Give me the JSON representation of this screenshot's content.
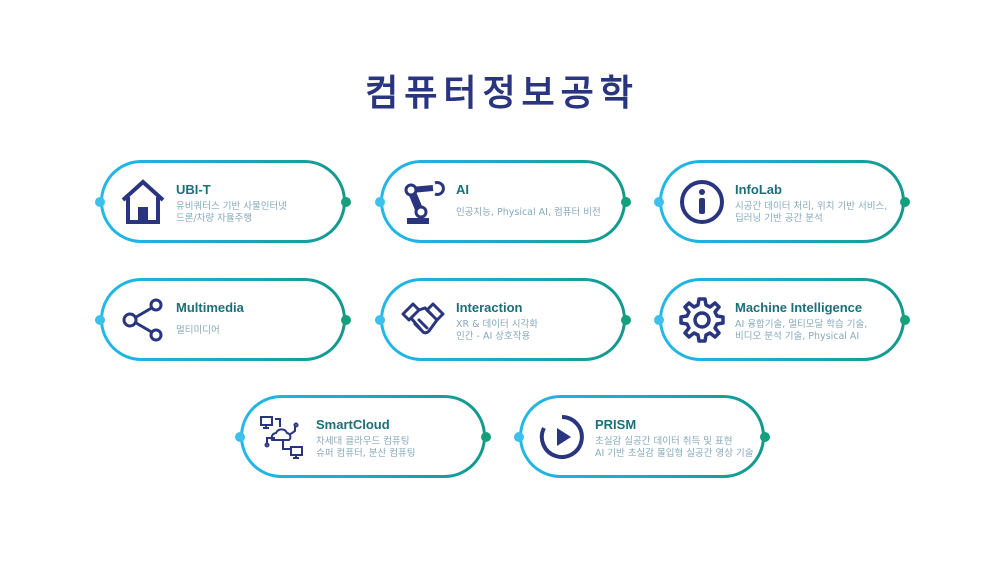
{
  "title": "컴퓨터정보공학",
  "labs": [
    {
      "name": "UBI-T",
      "icon": "house-icon",
      "lines": [
        "유비쿼터스 기반 사물인터넷",
        "드론/차량 자율주행"
      ]
    },
    {
      "name": "AI",
      "icon": "robot-arm-icon",
      "lines": [
        "인공지능, Physical AI, 컴퓨터 비전"
      ]
    },
    {
      "name": "InfoLab",
      "icon": "info-icon",
      "lines": [
        "시공간 데이터 처리, 위치 기반 서비스,",
        "딥러닝 기반 공간 분석"
      ]
    },
    {
      "name": "Multimedia",
      "icon": "share-icon",
      "lines": [
        "멀티미디어"
      ]
    },
    {
      "name": "Interaction",
      "icon": "handshake-icon",
      "lines": [
        "XR & 데이터 시각화",
        "인간 - AI 상호작용"
      ]
    },
    {
      "name": "Machine Intelligence",
      "icon": "gear-icon",
      "lines": [
        "AI 융합기술, 멀티모달 학습 기술,",
        "비디오 분석 기술, Physical AI"
      ]
    },
    {
      "name": "SmartCloud",
      "icon": "cloud-network-icon",
      "lines": [
        "차세대 클라우드 컴퓨팅",
        "슈퍼 컴퓨터, 분산 컴퓨팅"
      ]
    },
    {
      "name": "PRISM",
      "icon": "play-icon",
      "lines": [
        "초실감 실공간 데이터 취득 및 표현",
        "AI 기반 초실감 몰입형 실공간 영상 기술"
      ]
    }
  ],
  "colors": {
    "navy": "#2a3580",
    "teal": "#1b6f78",
    "cyan": "#22b8e8",
    "green": "#12998a"
  }
}
